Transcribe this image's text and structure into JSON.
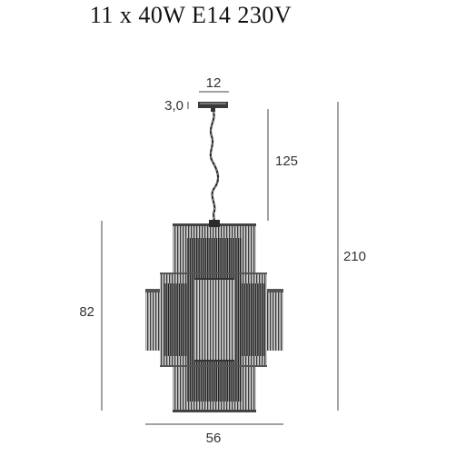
{
  "spec": {
    "text": "11 x 40W E14 230V"
  },
  "dimensions": {
    "canopy_width": "12",
    "canopy_height": "3,0",
    "chain_length": "125",
    "total_height": "210",
    "body_height": "82",
    "body_width": "56"
  },
  "colors": {
    "line": "#444444",
    "lamp_dark": "#2b2b2b",
    "lamp_mid": "#8a8a8a",
    "lamp_light": "#d8d8d8"
  }
}
